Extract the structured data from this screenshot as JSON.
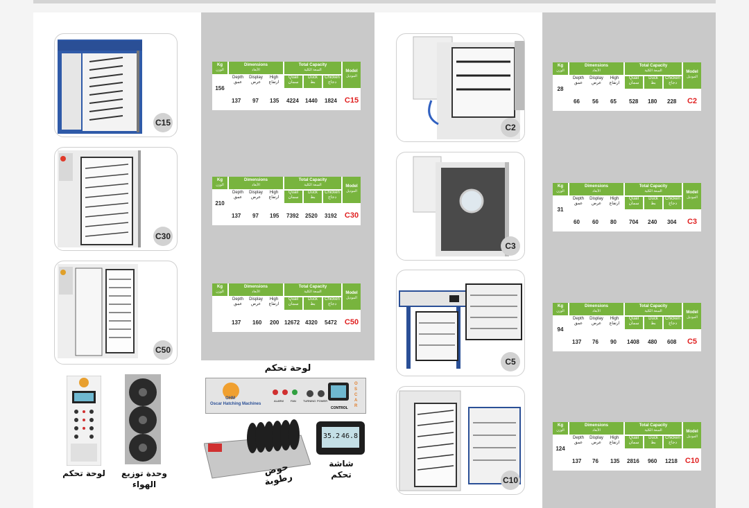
{
  "headers": {
    "kg": "Kg",
    "kg_ar": "الوزن",
    "dimensions": "Dimensions",
    "dimensions_ar": "الأبعاد",
    "total_capacity": "Total Capacity",
    "total_capacity_ar": "السعة الكلية",
    "model": "Model",
    "model_ar": "الموديل",
    "depth": "Depth",
    "depth_ar": "عمق",
    "display": "Display",
    "display_ar": "عرض",
    "high": "High",
    "high_ar": "ارتفاع",
    "quail": "Quail",
    "quail_ar": "سمان",
    "duck": "Duck",
    "duck_ar": "بط",
    "chicken": "Chicken",
    "chicken_ar": "دجاج"
  },
  "left_models": [
    {
      "model": "C15",
      "kg": "156",
      "depth": "137",
      "display": "97",
      "high": "135",
      "quail": "4224",
      "duck": "1440",
      "chicken": "1824"
    },
    {
      "model": "C30",
      "kg": "210",
      "depth": "137",
      "display": "97",
      "high": "195",
      "quail": "7392",
      "duck": "2520",
      "chicken": "3192"
    },
    {
      "model": "C50",
      "kg": "",
      "depth": "137",
      "display": "160",
      "high": "200",
      "quail": "12672",
      "duck": "4320",
      "chicken": "5472"
    }
  ],
  "right_models": [
    {
      "model": "C2",
      "kg": "28",
      "depth": "66",
      "display": "56",
      "high": "65",
      "quail": "528",
      "duck": "180",
      "chicken": "228"
    },
    {
      "model": "C3",
      "kg": "31",
      "depth": "60",
      "display": "60",
      "high": "80",
      "quail": "704",
      "duck": "240",
      "chicken": "304"
    },
    {
      "model": "C5",
      "kg": "94",
      "depth": "137",
      "display": "76",
      "high": "90",
      "quail": "1408",
      "duck": "480",
      "chicken": "608"
    },
    {
      "model": "C10",
      "kg": "124",
      "depth": "137",
      "display": "76",
      "high": "135",
      "quail": "2816",
      "duck": "960",
      "chicken": "1218"
    }
  ],
  "captions": {
    "control_panel": "لوحة تحكم",
    "air_unit_1": "وحدة توزيع",
    "air_unit_2": "الهواء",
    "control_title": "لوحة تحكم",
    "humidity_tray": "حوض رطوبة",
    "control_screen_1": "شاشة",
    "control_screen_2": "تحكم"
  },
  "control_panel_board": {
    "brand": "Oscar Hatching Machines",
    "logo": "OHM",
    "side_text": "OSCAR",
    "label_alarm": "ALARM",
    "label_turning": "TURNING",
    "label_power": "POWER",
    "label_fan": "FAN",
    "label_control": "CONTROL"
  },
  "screen_readout": {
    "temp": "35.2",
    "humidity": "46.8"
  },
  "colors": {
    "green": "#78b43e",
    "red": "#e02020",
    "gray_panel": "#c9c9c9"
  }
}
